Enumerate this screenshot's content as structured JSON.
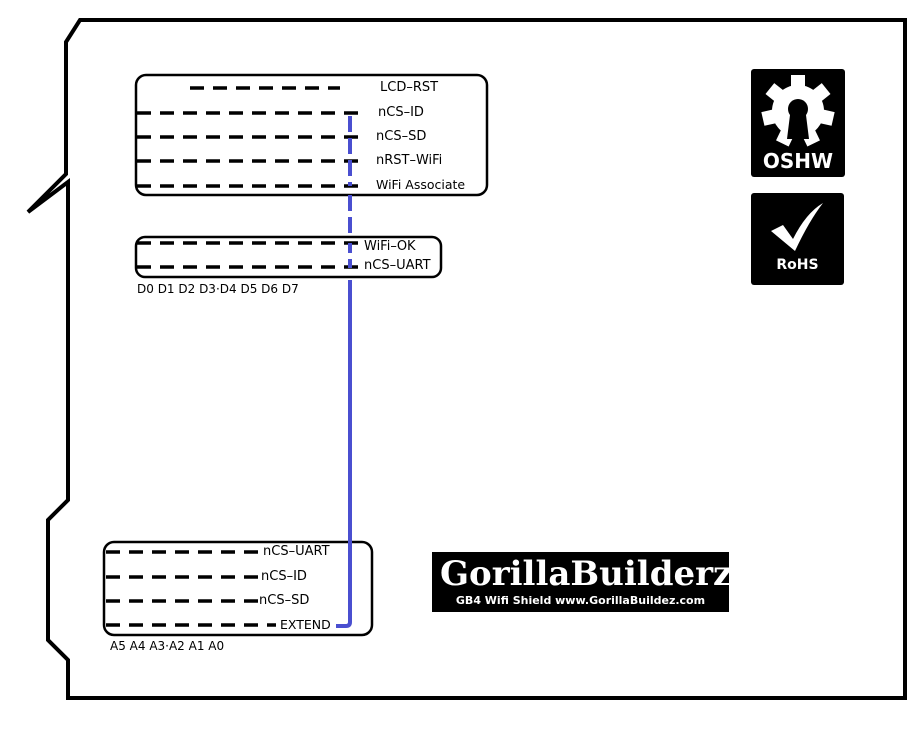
{
  "top_block": {
    "labels": [
      "LCD–RST",
      "nCS–ID",
      "nCS–SD",
      "nRST–WiFi",
      "WiFi Associate"
    ]
  },
  "mid_block": {
    "labels": [
      "WiFi–OK",
      "nCS–UART"
    ]
  },
  "digital_pins": "D0  D1  D2  D3·D4  D5  D6  D7",
  "bottom_block": {
    "labels": [
      "nCS–UART",
      "nCS–ID",
      "nCS–SD",
      "EXTEND"
    ]
  },
  "analog_pins": "A5  A4  A3·A2  A1  A0",
  "oshw_logo": {
    "text": "OSHW",
    "icon": "gear-keyhole-icon"
  },
  "rohs_logo": {
    "text": "RoHS",
    "icon": "checkmark-icon"
  },
  "brand": {
    "name": "GorillaBuilderz",
    "tagline": "GB4 Wifi Shield www.GorillaBuildez.com"
  },
  "colors": {
    "trace": "#4a4fd0",
    "outline": "#000000",
    "background": "#ffffff"
  }
}
